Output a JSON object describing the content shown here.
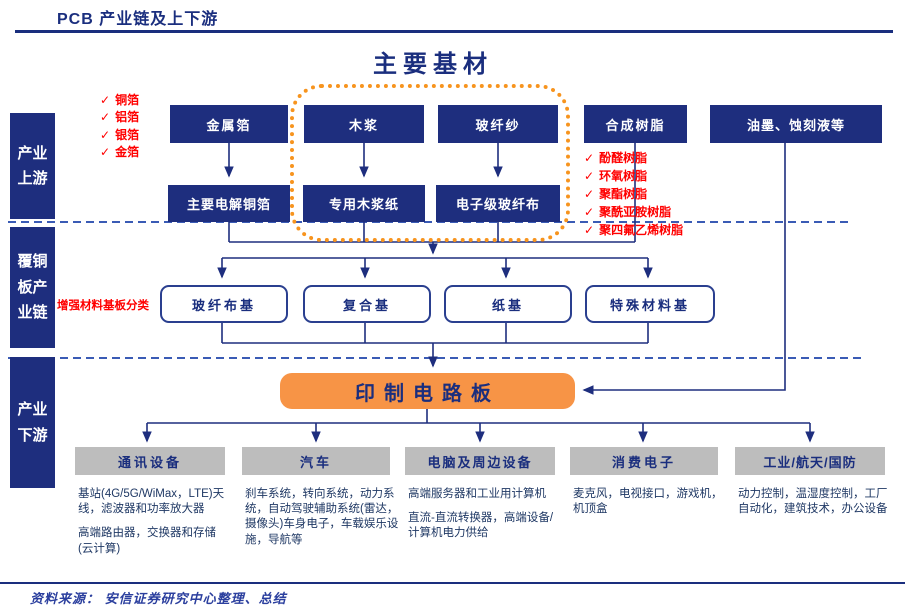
{
  "colors": {
    "navy": "#1e2e7e",
    "orange": "#F79446",
    "gray": "#bdbdbd",
    "red": "#ff0000",
    "dash_blue": "#3a5bb5",
    "detail_navy": "#1F3864"
  },
  "icons": {
    "check": "✓"
  },
  "header": {
    "title": "PCB 产业链及上下游"
  },
  "section_title": "主要基材",
  "sidebar": {
    "upstream": "产业上游",
    "ccl": "覆铜板产业链",
    "downstream": "产业下游"
  },
  "upstream": {
    "materials": [
      "金属箔",
      "木浆",
      "玻纤纱",
      "合成树脂",
      "油墨、蚀刻液等"
    ],
    "derivatives": [
      "主要电解铜箔",
      "专用木浆纸",
      "电子级玻纤布"
    ],
    "foil_notes": [
      "铜箔",
      "铝箔",
      "银箔",
      "金箔"
    ],
    "resin_notes": [
      "酚醛树脂",
      "环氧树脂",
      "聚酯树脂",
      "聚酰亚胺树脂",
      "聚四氟乙烯树脂"
    ]
  },
  "ccl": {
    "category_label": "增强材料基板分类",
    "bases": [
      "玻纤布基",
      "复合基",
      "纸基",
      "特殊材料基"
    ]
  },
  "pcb_label": "印制电路板",
  "downstream": {
    "sectors": [
      "通讯设备",
      "汽车",
      "电脑及周边设备",
      "消费电子",
      "工业/航天/国防"
    ],
    "details": [
      [
        "基站(4G/5G/WiMax，LTE)天线，滤波器和功率放大器",
        "高端路由器，交换器和存储(云计算)"
      ],
      [
        "刹车系统，转向系统，动力系统，自动驾驶辅助系统(雷达，摄像头)车身电子，车载娱乐设施，导航等"
      ],
      [
        "高端服务器和工业用计算机",
        "直流-直流转换器，高端设备/计算机电力供给"
      ],
      [
        "麦克风，电视接口，游戏机，机顶盒"
      ],
      [
        "动力控制，温湿度控制，工厂自动化，建筑技术，办公设备"
      ]
    ]
  },
  "footer": {
    "source": "资料来源： 安信证券研究中心整理、总结"
  }
}
